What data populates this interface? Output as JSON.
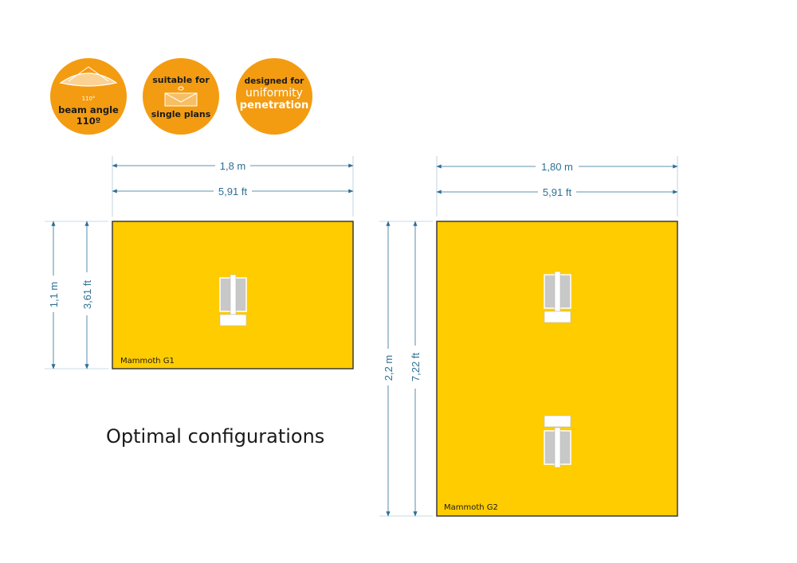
{
  "colors": {
    "badge": "#f39c12",
    "panel": "#ffcc00",
    "dimension": "#2e6f95",
    "module_grey": "#c8c8c8"
  },
  "badges": [
    {
      "icon": "beam-angle-icon",
      "small_label": "110°",
      "line1": "beam angle",
      "line2": "110º"
    },
    {
      "icon": "single-plan-icon",
      "line1": "suitable for",
      "line2": "single plans"
    },
    {
      "line1": "designed for",
      "line2": "uniformity",
      "line3": "penetration"
    }
  ],
  "g1": {
    "label": "Mammoth G1",
    "width_m": "1,8 m",
    "width_ft": "5,91 ft",
    "height_m": "1,1 m",
    "height_ft": "3,61 ft"
  },
  "g2": {
    "label": "Mammoth G2",
    "width_m": "1,80 m",
    "width_ft": "5,91 ft",
    "height_m": "2,2 m",
    "height_ft": "7,22 ft"
  },
  "caption": "Optimal configurations"
}
